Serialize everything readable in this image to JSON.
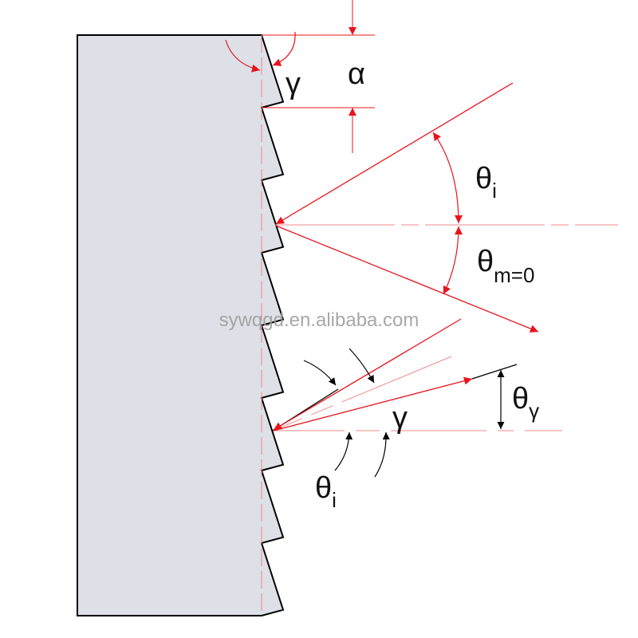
{
  "diagram": {
    "title": "Blazed grating diffraction geometry",
    "labels": {
      "gamma_top": "γ",
      "alpha": "α",
      "theta_i_upper": "θ",
      "theta_i_upper_sub": "i",
      "theta_m0": "θ",
      "theta_m0_sub": "m=0",
      "gamma_lower": "γ",
      "theta_gamma": "θ",
      "theta_gamma_sub": "γ",
      "theta_i_lower": "θ",
      "theta_i_lower_sub": "i"
    },
    "watermark": "sywqgd.en.alibaba.com",
    "colors": {
      "grating_fill": "#dde0e6",
      "ray": "#e8141c",
      "guide": "#f08a8a",
      "outline": "#000000"
    }
  }
}
